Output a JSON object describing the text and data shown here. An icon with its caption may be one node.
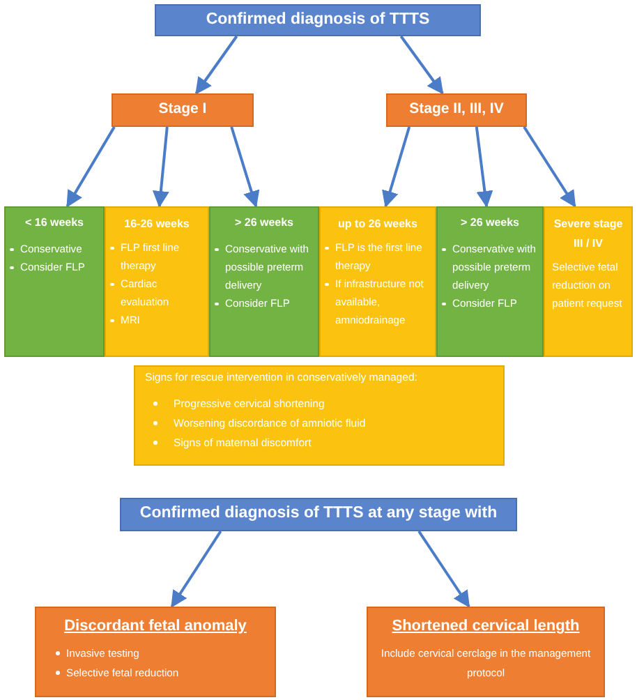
{
  "diagram": {
    "nodes": [
      {
        "text": [
          "Confirmed diagnosis of TTTS"
        ]
      },
      {
        "text": [
          "Stage I"
        ]
      },
      {
        "text": [
          "Stage II, III, IV"
        ]
      },
      {
        "text": [
          "< 16 weeks",
          "Conservative",
          "Consider FLP"
        ]
      },
      {
        "text": [
          "16-26 weeks",
          "FLP first line therapy",
          "Cardiac evaluation",
          "MRI"
        ]
      },
      {
        "text": [
          "> 26 weeks",
          "Conservative with possible preterm delivery",
          "Consider FLP"
        ]
      },
      {
        "text": [
          "up to 26 weeks",
          "FLP is the first line therapy",
          "If infrastructure not available, amniodrainage"
        ]
      },
      {
        "text": [
          "> 26 weeks",
          "Conservative with possible preterm delivery",
          "Consider FLP"
        ]
      },
      {
        "text": [
          "Severe stage III / IV",
          "Selective fetal reduction on patient request"
        ]
      },
      {
        "text": [
          "Signs for rescue intervention in conservatively managed:",
          "Progressive cervical shortening",
          "Worsening discordance of amniotic fluid",
          "Signs of maternal discomfort"
        ]
      },
      {
        "text": [
          "Confirmed diagnosis of TTTS at any stage with"
        ]
      },
      {
        "text": [
          "Discordant fetal anomaly",
          "Invasive testing",
          "Selective fetal reduction"
        ]
      },
      {
        "text": [
          "Shortened cervical length",
          "Include cervical cerclage in the management protocol"
        ]
      }
    ],
    "edges": [
      {
        "from": 0,
        "to": 1,
        "arrow": "to"
      },
      {
        "from": 0,
        "to": 2,
        "arrow": "to"
      },
      {
        "from": 1,
        "to": 3,
        "arrow": "to"
      },
      {
        "from": 1,
        "to": 4,
        "arrow": "to"
      },
      {
        "from": 1,
        "to": 5,
        "arrow": "to"
      },
      {
        "from": 2,
        "to": 6,
        "arrow": "to"
      },
      {
        "from": 2,
        "to": 7,
        "arrow": "to"
      },
      {
        "from": 2,
        "to": 8,
        "arrow": "to"
      },
      {
        "from": 10,
        "to": 11,
        "arrow": "to"
      },
      {
        "from": 10,
        "to": 12,
        "arrow": "to"
      }
    ]
  }
}
